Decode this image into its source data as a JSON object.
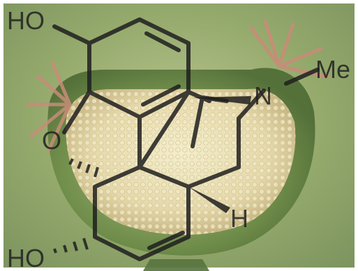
{
  "labels": {
    "hydroxyl_top": "HO",
    "hydroxyl_bottom": "HO",
    "oxygen": "O",
    "nitrogen": "N",
    "methyl": "Me",
    "hydrogen": "H"
  },
  "colors": {
    "background": "#8fa36a",
    "pod_green": "#6f8b4a",
    "seed_cream": "#efe3b8",
    "stigma_pink": "#c98c78",
    "bond": "#1f1f1f"
  }
}
